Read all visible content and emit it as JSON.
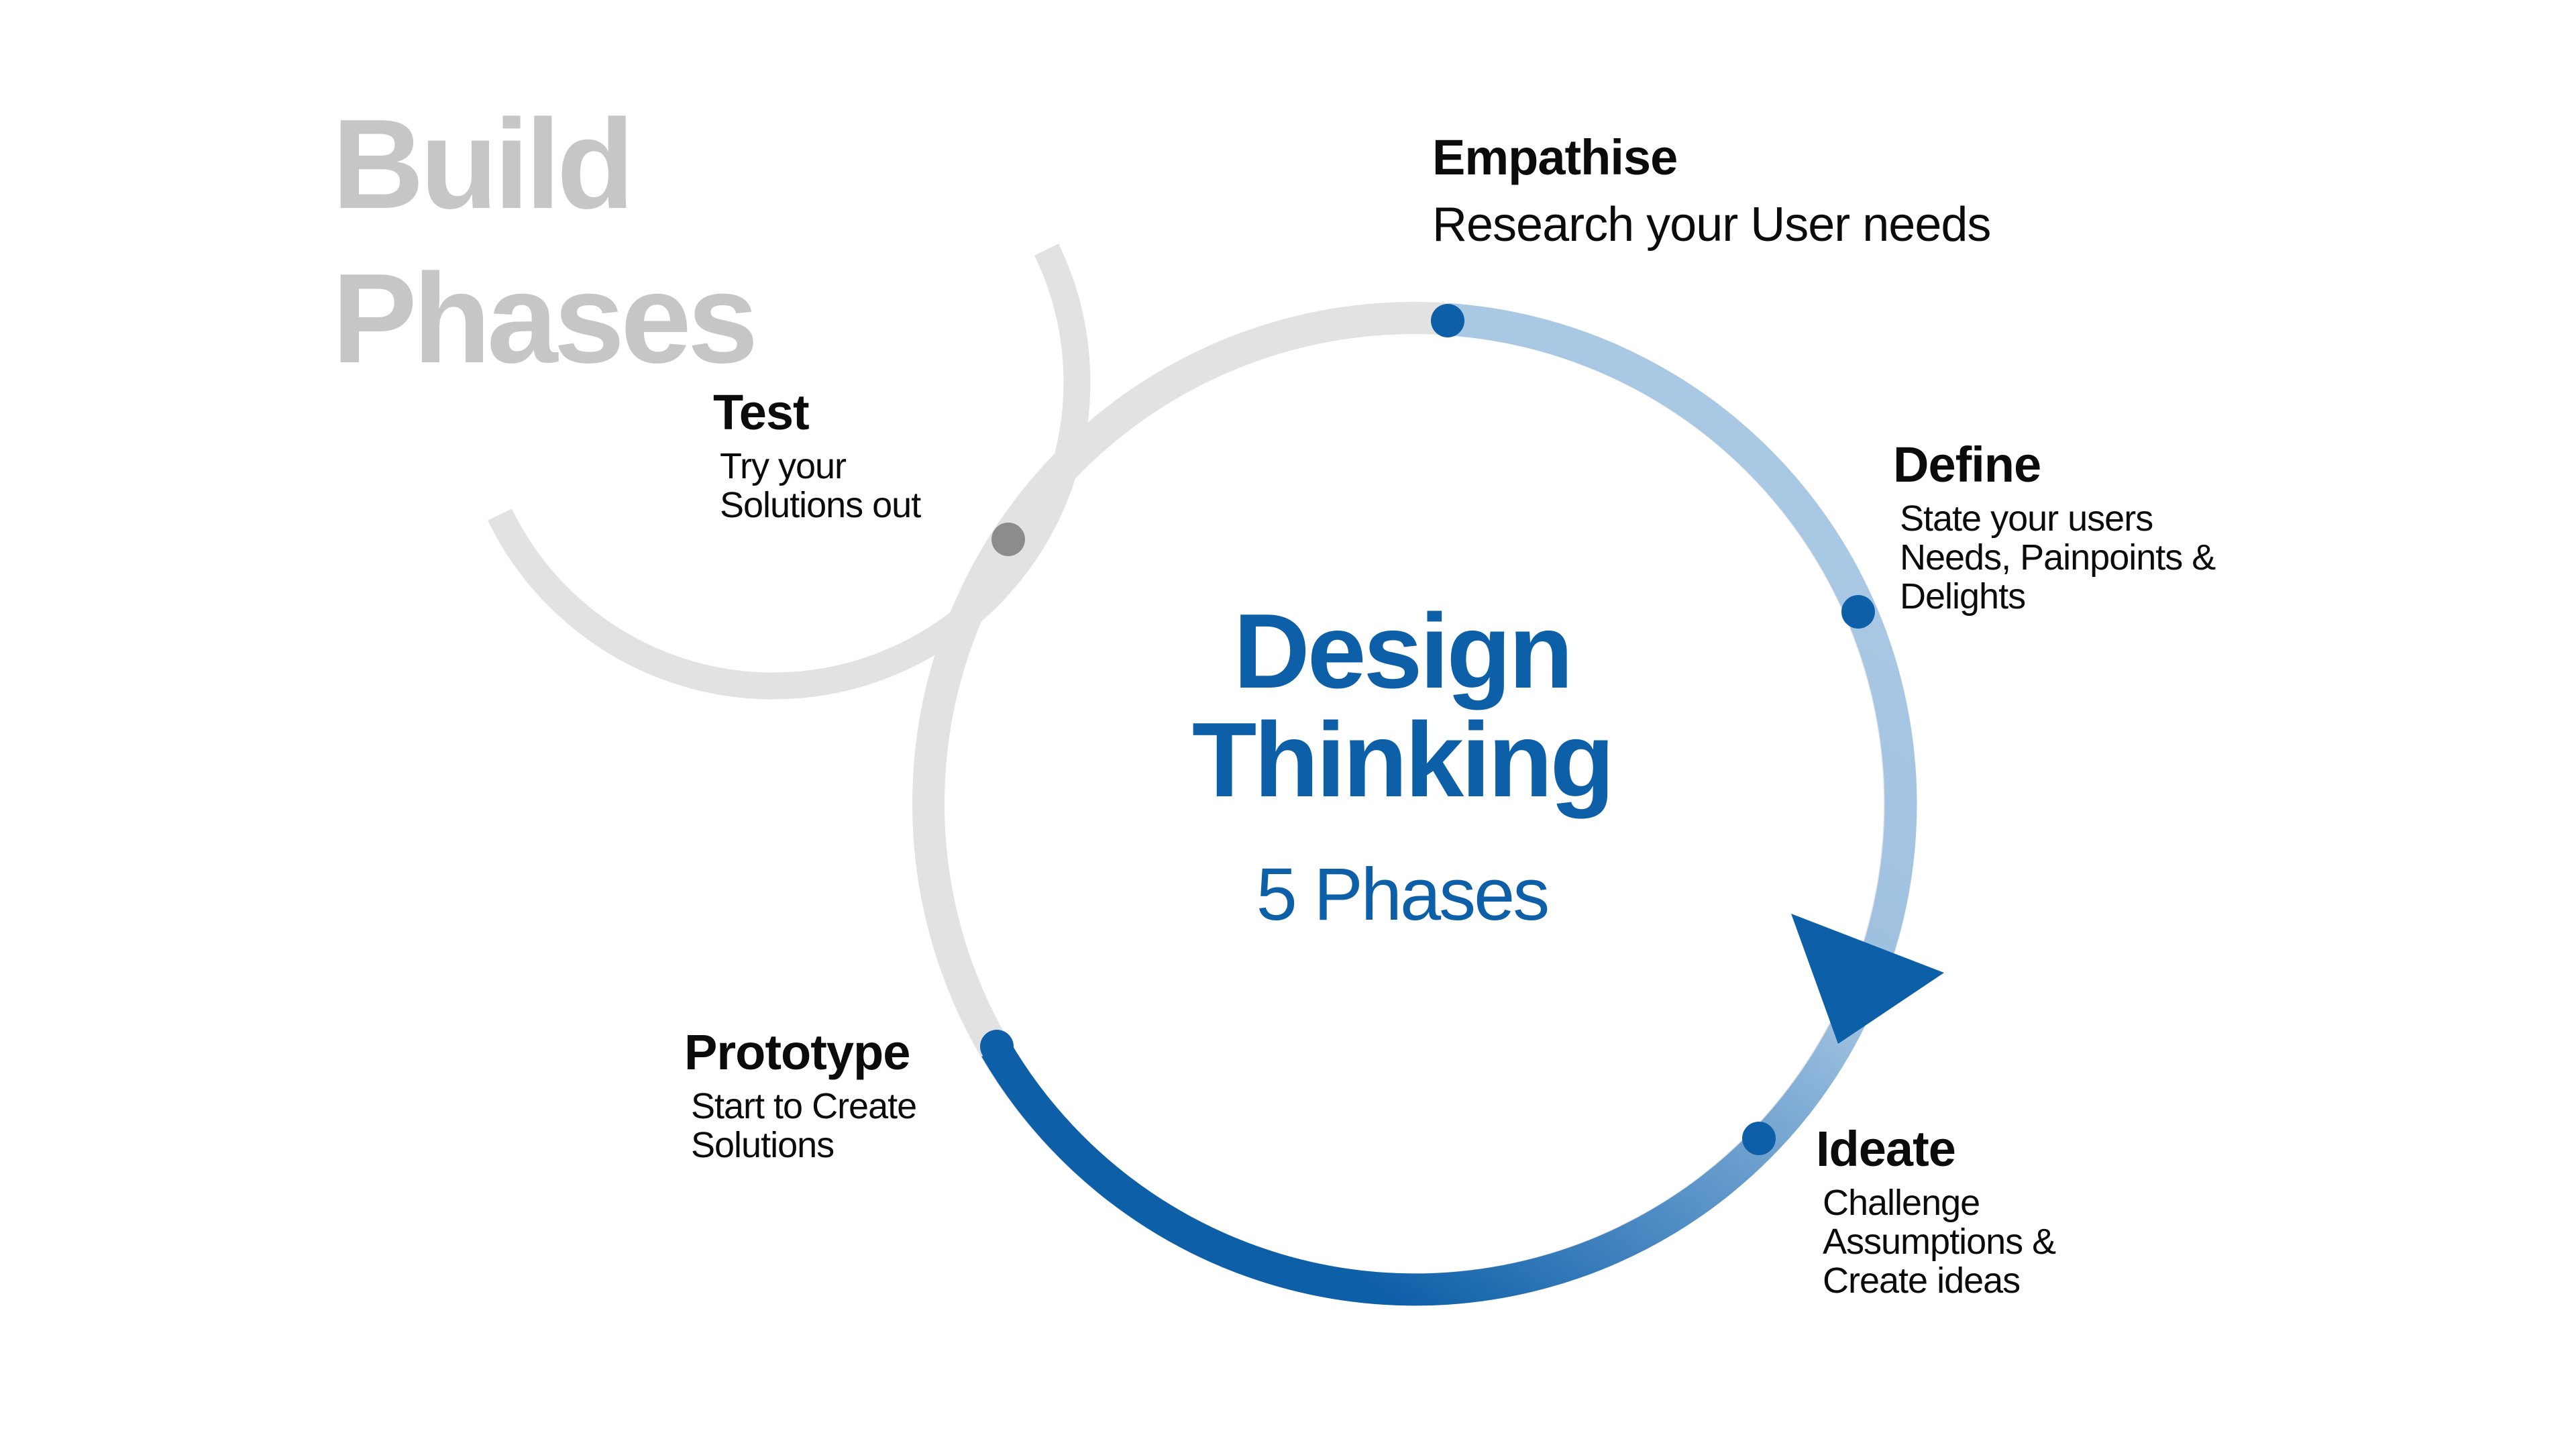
{
  "heading": {
    "line1": "Build",
    "line2": "Phases"
  },
  "center": {
    "title_line1": "Design",
    "title_line2": "Thinking",
    "subtitle": "5 Phases"
  },
  "phases": [
    {
      "title": "Empathise",
      "desc_lines": [
        "Research your User needs"
      ]
    },
    {
      "title": "Define",
      "desc_lines": [
        "State your users",
        "Needs,  Painpoints &",
        "Delights"
      ]
    },
    {
      "title": "Ideate",
      "desc_lines": [
        "Challenge",
        "Assumptions &",
        "Create ideas"
      ]
    },
    {
      "title": "Prototype",
      "desc_lines": [
        "Start to Create",
        "Solutions"
      ]
    },
    {
      "title": "Test",
      "desc_lines": [
        "Try your",
        "Solutions out"
      ]
    }
  ],
  "colors": {
    "blue_dark": "#0d5fa8",
    "blue_light": "#a9c8e4",
    "ring_grey": "#e2e2e2",
    "heading_grey": "#c6c6c6",
    "test_dot": "#8c8c8c"
  },
  "icons": {
    "direction_arrow": "triangle-arrow-icon"
  }
}
